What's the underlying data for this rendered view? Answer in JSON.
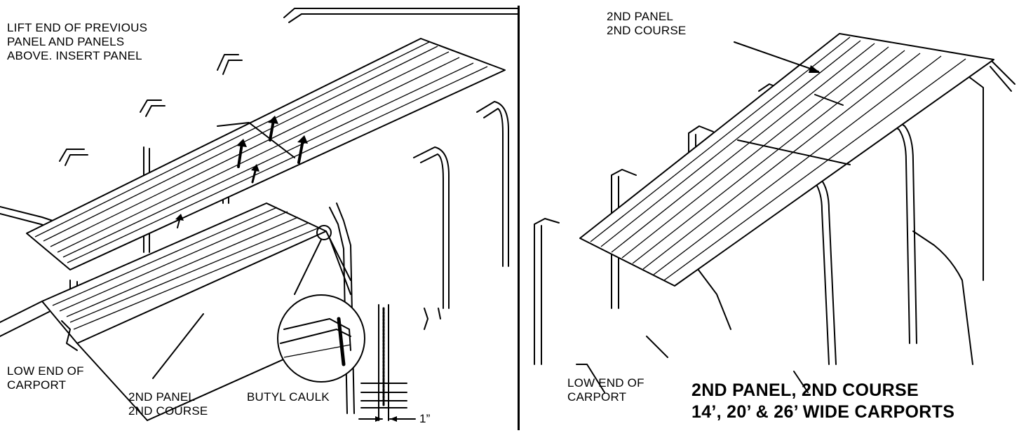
{
  "left": {
    "instruction": "LIFT END OF PREVIOUS\nPANEL AND PANELS\nABOVE. INSERT PANEL",
    "low_end_label": "LOW END OF\nCARPORT",
    "panel_label": "2ND PANEL\n2ND COURSE",
    "caulk_label": "BUTYL CAULK",
    "dimension_label": "1”"
  },
  "right": {
    "panel_label": "2ND PANEL\n2ND COURSE",
    "low_end_label": "LOW END OF\nCARPORT",
    "title": "2ND PANEL, 2ND COURSE\n14’, 20’ & 26’ WIDE CARPORTS"
  }
}
